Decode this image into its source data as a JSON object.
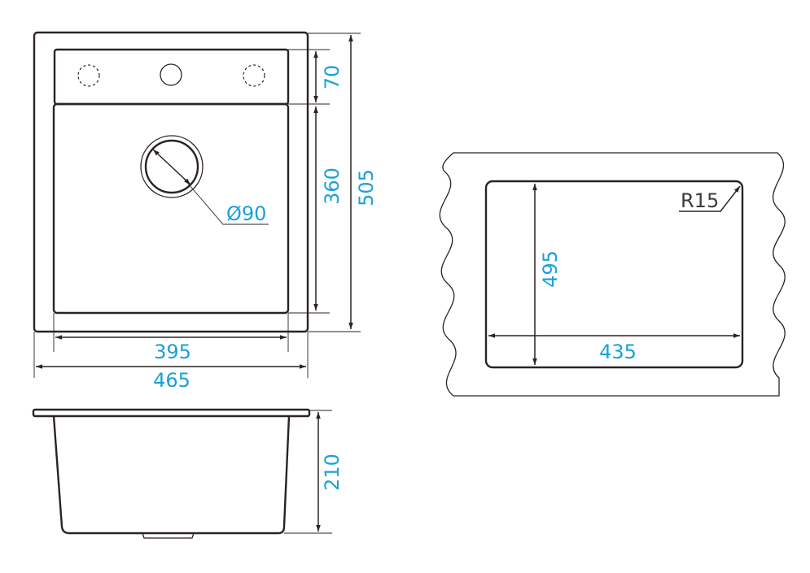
{
  "colors": {
    "line": "#2a2321",
    "label": "#1aa1d8",
    "radius_label": "#3c3c3c"
  },
  "dimensions": {
    "top_view": {
      "overall_width": "465",
      "bowl_width": "395",
      "overall_length": "505",
      "bowl_length": "360",
      "deck_depth": "70",
      "drain_diameter": "Ø90"
    },
    "side_view": {
      "bowl_depth": "210"
    },
    "cutout": {
      "width": "435",
      "length": "495",
      "corner_radius": "R15"
    }
  }
}
